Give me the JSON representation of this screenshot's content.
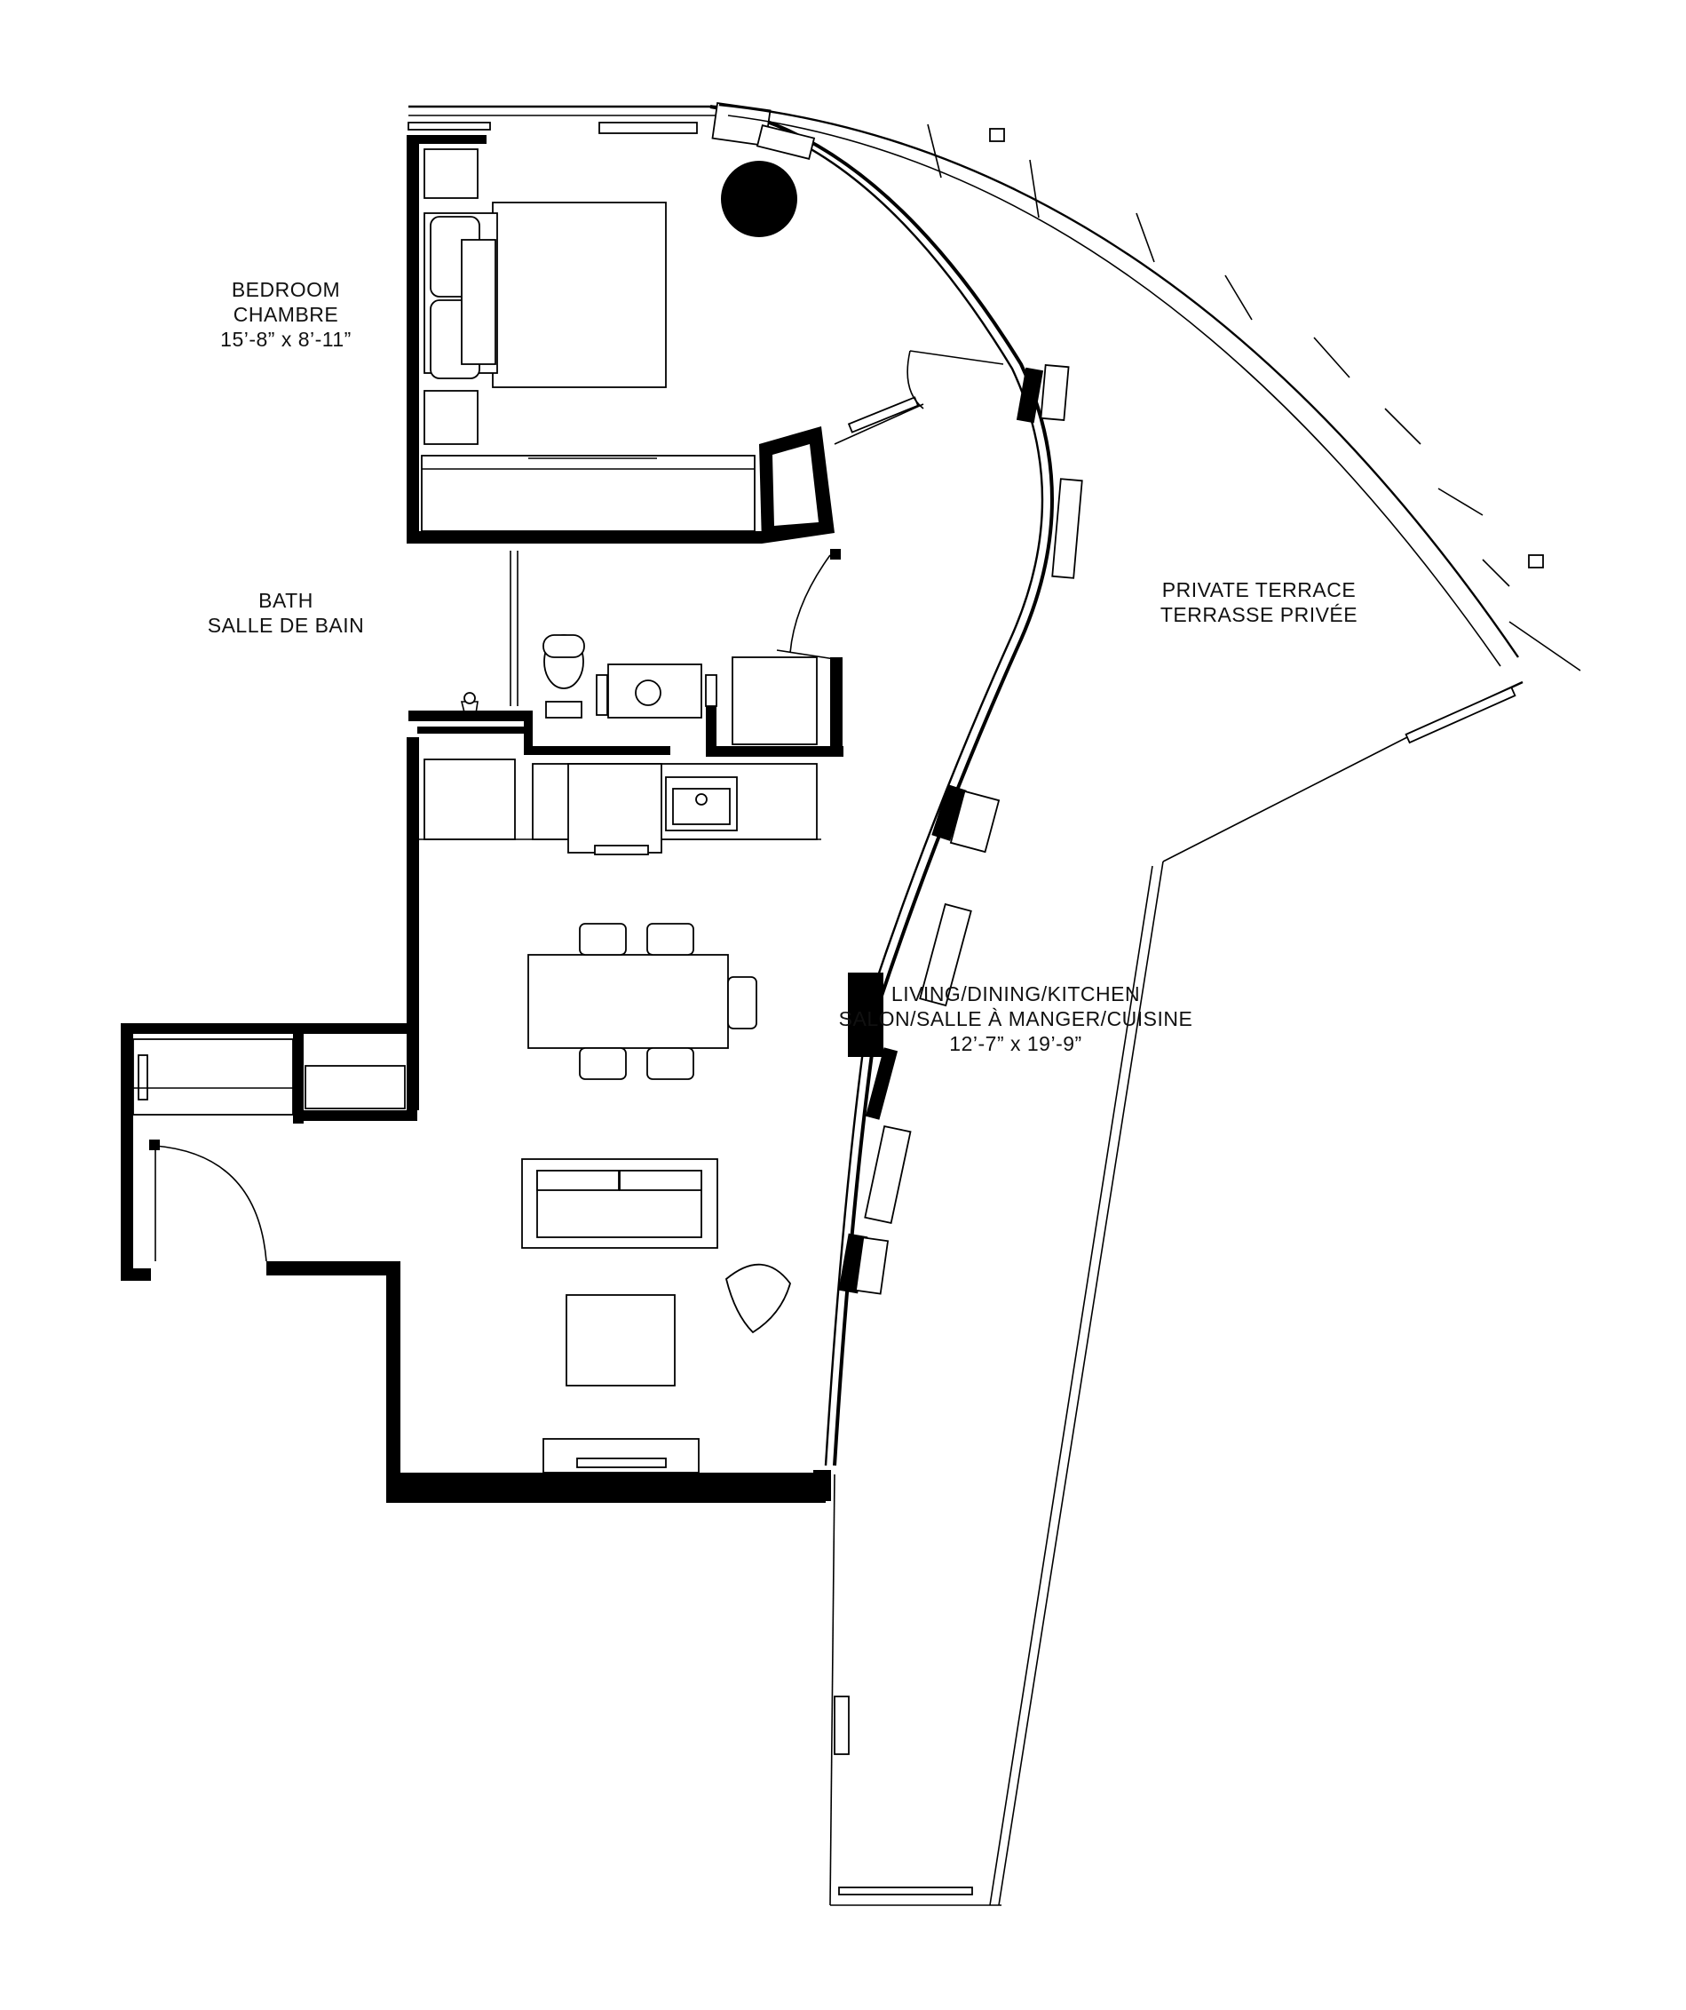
{
  "rooms": {
    "bedroom": {
      "name_en": "BEDROOM",
      "name_fr": "CHAMBRE",
      "dimensions": "15’-8” x 8’-11”"
    },
    "bath": {
      "name_en": "BATH",
      "name_fr": "SALLE DE BAIN"
    },
    "living": {
      "name_en": "LIVING/DINING/KITCHEN",
      "name_fr": "SALON/SALLE À MANGER/CUISINE",
      "dimensions": "12’-7” x 19’-9”"
    },
    "terrace": {
      "name_en": "PRIVATE TERRACE",
      "name_fr": "TERRASSE PRIVÉE"
    }
  },
  "colors": {
    "wall": "#000000",
    "background": "#ffffff",
    "text": "#111111"
  }
}
